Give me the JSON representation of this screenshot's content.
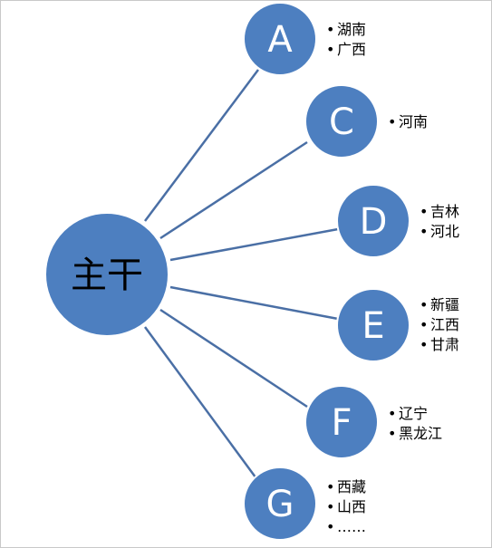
{
  "hub": {
    "label": "主干"
  },
  "colors": {
    "node_fill": "#4d7fc0",
    "node_stroke": "#ffffff",
    "connector": "#4a6fa5"
  },
  "branches": [
    {
      "id": "a",
      "letter": "A",
      "items": [
        "湖南",
        "广西"
      ]
    },
    {
      "id": "c",
      "letter": "C",
      "items": [
        "河南"
      ]
    },
    {
      "id": "d",
      "letter": "D",
      "items": [
        "吉林",
        "河北"
      ]
    },
    {
      "id": "e",
      "letter": "E",
      "items": [
        "新疆",
        "江西",
        "甘肃"
      ]
    },
    {
      "id": "f",
      "letter": "F",
      "items": [
        "辽宁",
        "黑龙江"
      ]
    },
    {
      "id": "g",
      "letter": "G",
      "items": [
        "西藏",
        "山西",
        "……"
      ]
    }
  ]
}
